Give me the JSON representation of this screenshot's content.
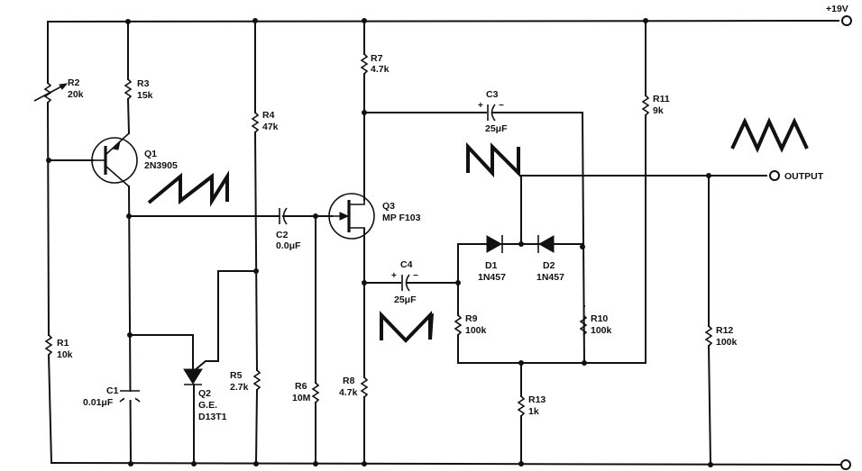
{
  "diagram": {
    "title": "Triangle wave generator schematic",
    "supply_label": "+19V",
    "output_label": "OUTPUT",
    "components": {
      "R1": {
        "ref": "R1",
        "value": "10k"
      },
      "R2": {
        "ref": "R2",
        "value": "20k"
      },
      "R3": {
        "ref": "R3",
        "value": "15k"
      },
      "R4": {
        "ref": "R4",
        "value": "47k"
      },
      "R5": {
        "ref": "R5",
        "value": "2.7k"
      },
      "R6": {
        "ref": "R6",
        "value": "10M"
      },
      "R7": {
        "ref": "R7",
        "value": "4.7k"
      },
      "R8": {
        "ref": "R8",
        "value": "4.7k"
      },
      "R9": {
        "ref": "R9",
        "value": "100k"
      },
      "R10": {
        "ref": "R10",
        "value": "100k"
      },
      "R11": {
        "ref": "R11",
        "value": "9k"
      },
      "R12": {
        "ref": "R12",
        "value": "100k"
      },
      "R13": {
        "ref": "R13",
        "value": "1k"
      },
      "C1": {
        "ref": "C1",
        "value": "0.01μF"
      },
      "C2": {
        "ref": "C2",
        "value": "0.0μF"
      },
      "C3": {
        "ref": "C3",
        "value": "25μF",
        "plus": "+",
        "minus": "−"
      },
      "C4": {
        "ref": "C4",
        "value": "25μF",
        "plus": "+",
        "minus": "−"
      },
      "Q1": {
        "ref": "Q1",
        "part": "2N3905"
      },
      "Q2": {
        "ref": "Q2",
        "maker": "G.E.",
        "part": "D13T1"
      },
      "Q3": {
        "ref": "Q3",
        "part": "MP F103"
      },
      "D1": {
        "ref": "D1",
        "part": "1N457"
      },
      "D2": {
        "ref": "D2",
        "part": "1N457"
      }
    },
    "waveforms": [
      {
        "name": "sawtooth-rising-q1",
        "shape": "sawtooth-up"
      },
      {
        "name": "sawtooth-falling-c3",
        "shape": "sawtooth-down"
      },
      {
        "name": "sawtooth-rising-c4",
        "shape": "sawtooth-up"
      },
      {
        "name": "triangle-output",
        "shape": "triangle"
      }
    ]
  }
}
